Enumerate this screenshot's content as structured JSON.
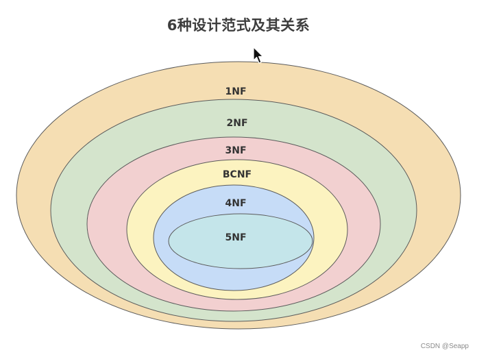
{
  "title": "6种设计范式及其关系",
  "watermark": "CSDN @Seapp",
  "levels": [
    {
      "label": "1NF",
      "color": "#f5deb3"
    },
    {
      "label": "2NF",
      "color": "#d4e4cc"
    },
    {
      "label": "3NF",
      "color": "#f2d0d0"
    },
    {
      "label": "BCNF",
      "color": "#fcf3c0"
    },
    {
      "label": "4NF",
      "color": "#c6dcf7"
    },
    {
      "label": "5NF",
      "color": "#c4e5ea"
    }
  ]
}
